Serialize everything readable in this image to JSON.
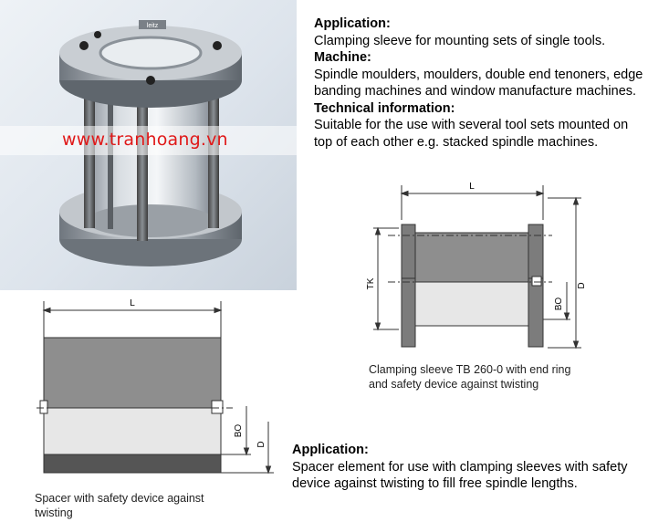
{
  "photo": {
    "watermark": "www.tranhoang.vn",
    "product_label": "leitz"
  },
  "section_top": {
    "application_heading": "Application:",
    "application_text": "Clamping sleeve for mounting sets of single tools.",
    "machine_heading": "Machine:",
    "machine_text": "Spindle moulders, moulders, double end tenoners, edge banding machines and window manufacture machines.",
    "technical_heading": "Technical information:",
    "technical_text": "Suitable for the use with several tool sets mounted on top of each other e.g. stacked spindle machines."
  },
  "drawing_sleeve": {
    "label_L": "L",
    "label_TK": "TK",
    "label_BO": "BO",
    "label_D": "D",
    "caption_line1": "Clamping sleeve TB 260-0 with end ring",
    "caption_line2": "and safety device against twisting"
  },
  "drawing_spacer": {
    "label_L": "L",
    "label_BO": "BO",
    "label_D": "D",
    "caption_line1": "Spacer with safety device against",
    "caption_line2": "twisting"
  },
  "section_bottom": {
    "application_heading": "Application:",
    "application_text": "Spacer element for use with clamping sleeves with safety device against twisting to fill free spindle lengths."
  }
}
